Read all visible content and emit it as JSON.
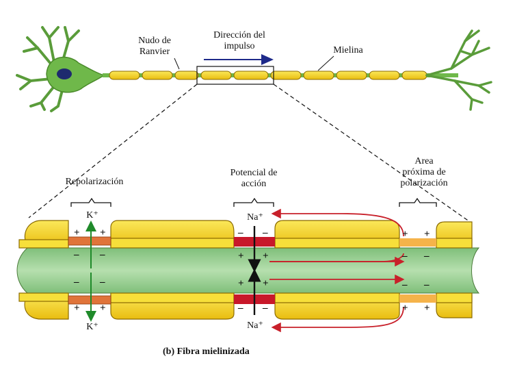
{
  "labels": {
    "nudo_ranvier_1": "Nudo de",
    "nudo_ranvier_2": "Ranvier",
    "direccion_1": "Dirección del",
    "direccion_2": "impulso",
    "mielina": "Mielina",
    "repolarizacion": "Repolarización",
    "potencial_1": "Potencial de",
    "potencial_2": "acción",
    "area_1": "Area",
    "area_2": "próxima de",
    "area_3": "polarización",
    "k_top": "K⁺",
    "k_bottom": "K⁺",
    "na_top": "Na⁺",
    "na_bottom": "Na⁺",
    "caption": "(b) Fibra mielinizada"
  },
  "charges": {
    "plus": "+",
    "minus": "–"
  },
  "colors": {
    "myelin": "#f5d21e",
    "myelin_edge": "#8a6a00",
    "axon": "#8fc98a",
    "neuron_body": "#6fb84a",
    "nucleus": "#1e2a6e",
    "node_membrane": "#e0743a",
    "na_channel": "#c8182a",
    "arrow_red": "#c8202a",
    "arrow_blue": "#1e2a8a",
    "k_arrow": "#1f8a2a"
  }
}
